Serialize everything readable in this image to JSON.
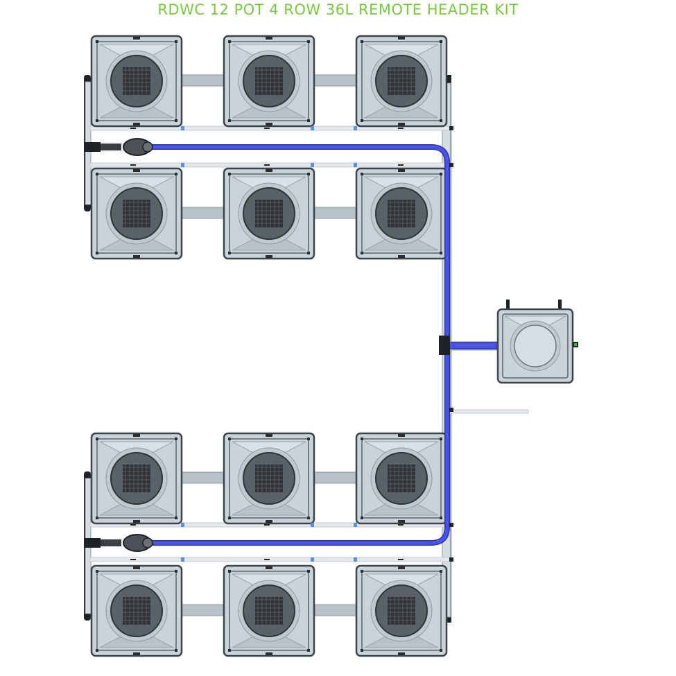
{
  "title": "RDWC 12 POT 4 ROW 36L REMOTE HEADER KIT",
  "colors": {
    "title": "#7ac943",
    "pot_body": "#c9d3da",
    "pot_edge": "#3c444a",
    "lid": "#5a6268",
    "mesh": "#2f3438",
    "pipe": "#b7c3c9",
    "hose": "#4a55e6",
    "connector": "#2a2e31"
  },
  "layout": {
    "pot_rows": 4,
    "pots_per_row": 3,
    "pot_count": 12,
    "header_tank_count": 1,
    "supply_lines": 2
  },
  "icons": {
    "pot": "pot-icon",
    "header_tank": "header-tank-icon",
    "pump": "pump-icon",
    "hose": "hose-icon"
  }
}
